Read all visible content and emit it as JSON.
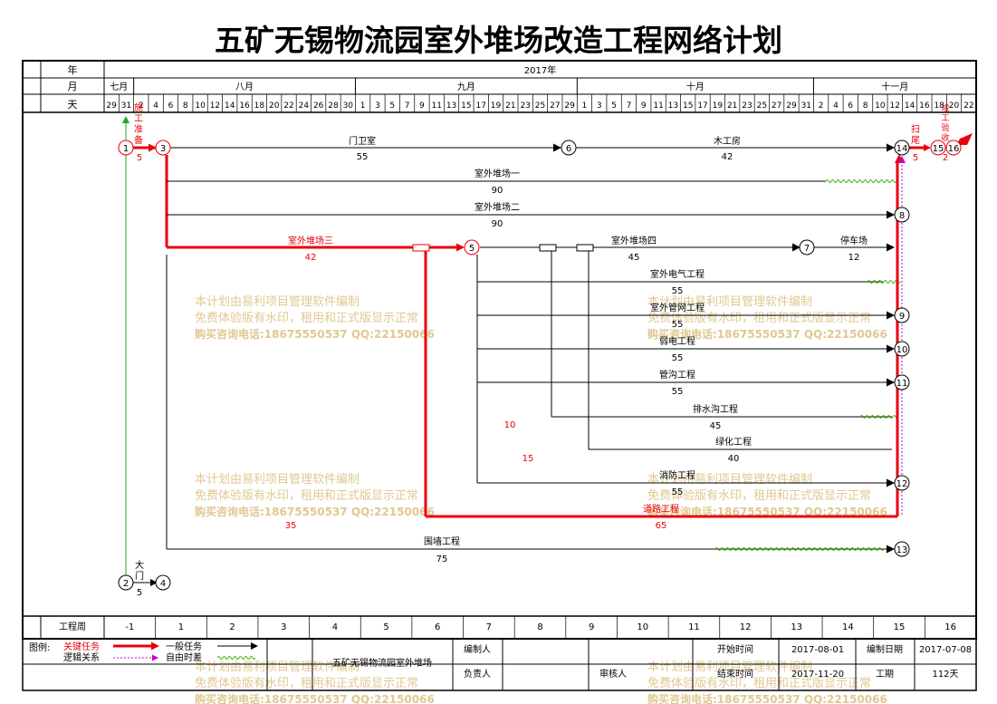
{
  "title": "五矿无锡物流园室外堆场改造工程网络计划",
  "header": {
    "year_label": "年",
    "year": "2017年",
    "month_label": "月",
    "months": [
      "七月",
      "八月",
      "九月",
      "十月",
      "十一月"
    ],
    "day_label": "天",
    "days": [
      "29",
      "31",
      "2",
      "4",
      "6",
      "8",
      "10",
      "12",
      "14",
      "16",
      "18",
      "20",
      "22",
      "24",
      "26",
      "28",
      "30",
      "1",
      "3",
      "5",
      "7",
      "9",
      "11",
      "13",
      "15",
      "17",
      "19",
      "21",
      "23",
      "25",
      "27",
      "29",
      "1",
      "3",
      "5",
      "7",
      "9",
      "11",
      "13",
      "15",
      "17",
      "19",
      "21",
      "23",
      "25",
      "27",
      "29",
      "31",
      "2",
      "4",
      "6",
      "8",
      "10",
      "12",
      "14",
      "16",
      "18",
      "20",
      "22"
    ]
  },
  "week_row": {
    "label": "工程周",
    "weeks": [
      "-1",
      "1",
      "2",
      "3",
      "4",
      "5",
      "6",
      "7",
      "8",
      "9",
      "10",
      "11",
      "12",
      "13",
      "14",
      "15",
      "16"
    ]
  },
  "nodes": [
    "1",
    "2",
    "3",
    "4",
    "5",
    "6",
    "7",
    "8",
    "9",
    "10",
    "11",
    "12",
    "13",
    "14",
    "15",
    "16"
  ],
  "tasks": [
    {
      "name": "施工准备",
      "duration": "5",
      "critical": true
    },
    {
      "name": "门卫室",
      "duration": "55",
      "critical": false
    },
    {
      "name": "木工房",
      "duration": "42",
      "critical": false
    },
    {
      "name": "室外堆场一",
      "duration": "90",
      "critical": false
    },
    {
      "name": "室外堆场二",
      "duration": "90",
      "critical": false
    },
    {
      "name": "室外堆场三",
      "duration": "42",
      "critical": true
    },
    {
      "name": "室外堆场四",
      "duration": "45",
      "critical": false
    },
    {
      "name": "停车场",
      "duration": "12",
      "critical": false
    },
    {
      "name": "室外电气工程",
      "duration": "55",
      "critical": false
    },
    {
      "name": "室外管网工程",
      "duration": "55",
      "critical": false
    },
    {
      "name": "弱电工程",
      "duration": "55",
      "critical": false
    },
    {
      "name": "管沟工程",
      "duration": "55",
      "critical": false
    },
    {
      "name": "排水沟工程",
      "duration": "45",
      "critical": false
    },
    {
      "name": "绿化工程",
      "duration": "40",
      "critical": false
    },
    {
      "name": "消防工程",
      "duration": "55",
      "critical": false
    },
    {
      "name": "道路工程",
      "duration": "65",
      "critical": true
    },
    {
      "name": "围墙工程",
      "duration": "75",
      "critical": false
    },
    {
      "name": "大门",
      "duration": "5",
      "critical": false
    },
    {
      "name": "扫尾",
      "duration": "5",
      "critical": true
    },
    {
      "name": "竣工验收",
      "duration": "2",
      "critical": true
    }
  ],
  "free_labels": [
    "10",
    "15",
    "35"
  ],
  "watermark": {
    "line1": "本计划由易利项目管理软件编制",
    "line2": "免费体验版有水印，租用和正式版显示正常",
    "line3": "购买咨询电话:18675550537 QQ:22150066"
  },
  "legend": {
    "label": "图例:",
    "critical": "关键任务",
    "logic": "逻辑关系",
    "normal": "一般任务",
    "free_float": "自由时差"
  },
  "footer": {
    "project_name": "五矿无锡物流园室外堆场",
    "editor_label": "编制人",
    "editor_value": "",
    "owner_label": "负责人",
    "owner_value": "",
    "reviewer_label": "审核人",
    "reviewer_value": "",
    "start_label": "开始时间",
    "start_value": "2017-08-01",
    "end_label": "结束时间",
    "end_value": "2017-11-20",
    "date_label": "编制日期",
    "date_value": "2017-07-08",
    "duration_label": "工期",
    "duration_value": "112天"
  },
  "colors": {
    "critical": "#e8000b",
    "normal": "#000000",
    "free_float": "#38b000",
    "watermark": "#e0c890",
    "logic": "#cc00cc",
    "node_start": "#22aa22"
  }
}
